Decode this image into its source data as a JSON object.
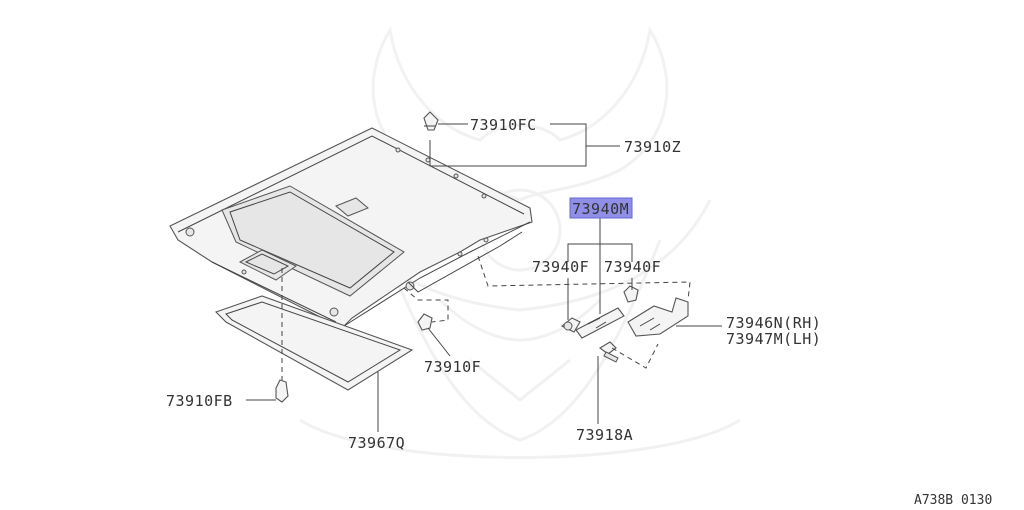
{
  "diagram": {
    "highlight_color": "#8f8fe8",
    "line_color": "#444444",
    "watermark": "samurai-helmet-logo",
    "drawing_code": "A738B 0130",
    "callouts": {
      "p73910FC": "73910FC",
      "p73910Z": "73910Z",
      "p73940M": "73940M",
      "p73940F_left": "73940F",
      "p73940F_right": "73940F",
      "p73946N": "73946N(RH)",
      "p73947M": "73947M(LH)",
      "p73910F": "73910F",
      "p73910FB": "73910FB",
      "p73967Q": "73967Q",
      "p73918A": "73918A"
    }
  }
}
